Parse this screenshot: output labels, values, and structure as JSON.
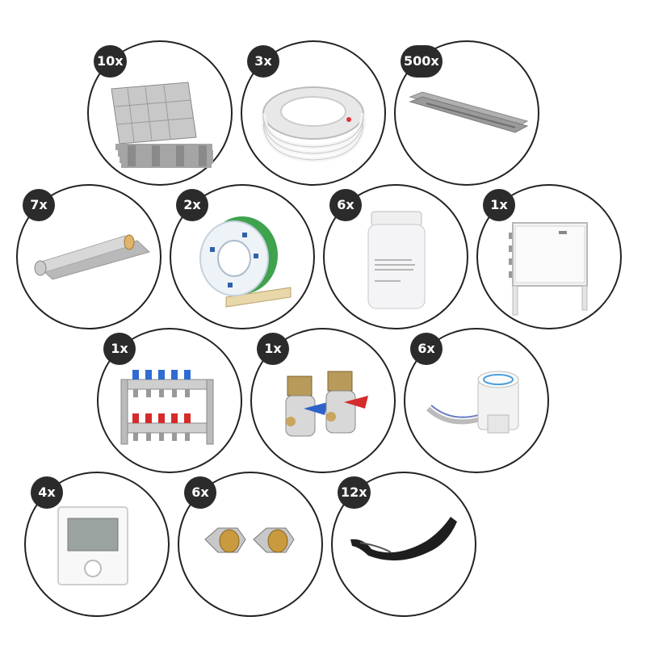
{
  "items": [
    {
      "qty": "10x",
      "icon": "insulation-panels-icon"
    },
    {
      "qty": "3x",
      "icon": "pipe-coil-icon"
    },
    {
      "qty": "500x",
      "icon": "heat-conductor-rails-icon"
    },
    {
      "qty": "7x",
      "icon": "foil-roll-icon"
    },
    {
      "qty": "2x",
      "icon": "edge-tape-icon"
    },
    {
      "qty": "6x",
      "icon": "primer-jar-icon"
    },
    {
      "qty": "1x",
      "icon": "manifold-cabinet-icon"
    },
    {
      "qty": "1x",
      "icon": "manifold-icon"
    },
    {
      "qty": "1x",
      "icon": "ball-valves-icon"
    },
    {
      "qty": "6x",
      "icon": "actuator-icon"
    },
    {
      "qty": "4x",
      "icon": "room-thermostat-icon"
    },
    {
      "qty": "6x",
      "icon": "compression-fittings-icon"
    },
    {
      "qty": "12x",
      "icon": "bend-support-icon"
    }
  ],
  "colors": {
    "badge": "#2b2b2b",
    "outline": "#222222",
    "background": "#ffffff"
  }
}
